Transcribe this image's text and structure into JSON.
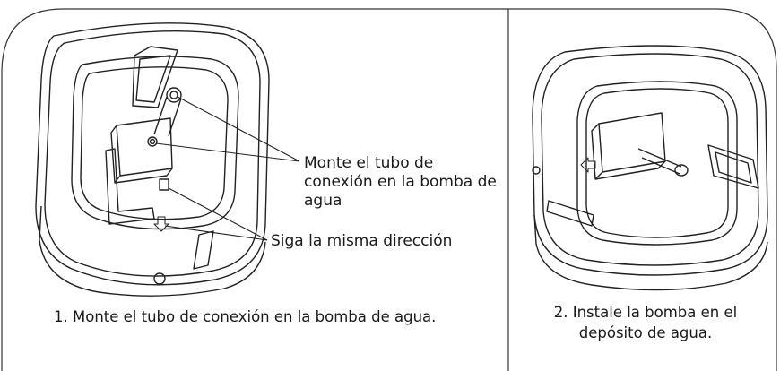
{
  "panel1": {
    "callout_mount": [
      "Monte el tubo de",
      "conexión en la bomba de",
      "agua"
    ],
    "callout_direction": "Siga la misma dirección",
    "caption": "1. Monte el tubo de conexión en la bomba de agua."
  },
  "panel2": {
    "caption": [
      "2. Instale la bomba en el",
      "depósito de agua."
    ]
  }
}
